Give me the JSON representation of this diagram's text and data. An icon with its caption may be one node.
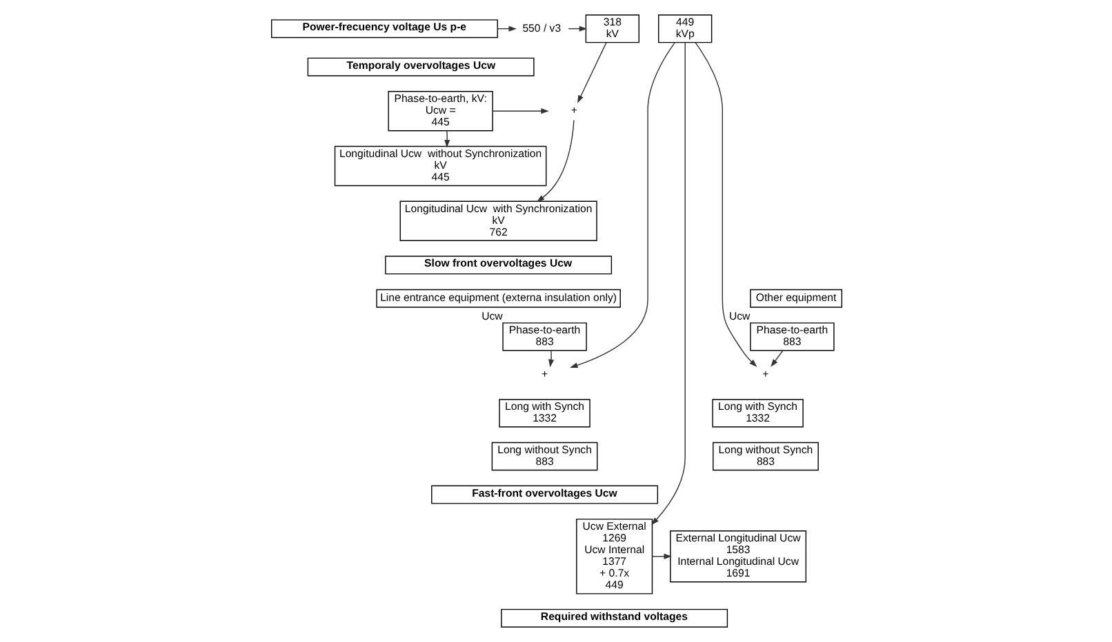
{
  "diagram": {
    "nodes": [
      {
        "text": [
          "Power-frecuency voltage Us p-e"
        ]
      },
      {
        "text": [
          "550 / v3"
        ]
      },
      {
        "text": [
          "318",
          "kV"
        ]
      },
      {
        "text": [
          "449",
          "kVp"
        ]
      },
      {
        "text": [
          "Temporaly overvoltages Ucw"
        ]
      },
      {
        "text": [
          "Phase-to-earth, kV:",
          "Ucw =",
          "445"
        ]
      },
      {
        "text": [
          "+"
        ]
      },
      {
        "text": [
          "Longitudinal Ucw  without Synchronization",
          "kV",
          "445"
        ]
      },
      {
        "text": [
          "Longitudinal Ucw  with Synchronization",
          "kV",
          "762"
        ]
      },
      {
        "text": [
          "Slow front overvoltages Ucw"
        ]
      },
      {
        "text": [
          "Line entrance equipment (externa insulation only)"
        ]
      },
      {
        "text": [
          "Other equipment"
        ]
      },
      {
        "text": [
          "Phase-to-earth",
          "883"
        ],
        "beside": [
          "Ucw"
        ]
      },
      {
        "text": [
          "+"
        ]
      },
      {
        "text": [
          "Long with Synch",
          "1332"
        ]
      },
      {
        "text": [
          "Long without Synch",
          "883"
        ]
      },
      {
        "text": [
          "Phase-to-earth",
          "883"
        ],
        "beside": [
          "Ucw"
        ]
      },
      {
        "text": [
          "+"
        ]
      },
      {
        "text": [
          "Long with Synch",
          "1332"
        ]
      },
      {
        "text": [
          "Long without Synch",
          "883"
        ]
      },
      {
        "text": [
          "Fast-front overvoltages Ucw"
        ]
      },
      {
        "text": [
          "Ucw External",
          "1269",
          "Ucw Internal",
          "1377",
          "+ 0.7x",
          "449"
        ]
      },
      {
        "text": [
          "External Longitudinal Ucw",
          "1583",
          "Internal Longitudinal Ucw",
          "1691"
        ]
      },
      {
        "text": [
          "Required withstand voltages"
        ]
      }
    ],
    "edges": [
      {
        "from": 0,
        "to": 1,
        "arrow": "to"
      },
      {
        "from": 1,
        "to": 2,
        "arrow": "to"
      },
      {
        "from": 2,
        "to": 6,
        "arrow": "to"
      },
      {
        "from": 5,
        "to": 6,
        "arrow": "to"
      },
      {
        "from": 5,
        "to": 7,
        "arrow": "to"
      },
      {
        "from": 6,
        "to": 8,
        "arrow": "to"
      },
      {
        "from": 3,
        "to": 13,
        "arrow": "to"
      },
      {
        "from": 3,
        "to": 17,
        "arrow": "to"
      },
      {
        "from": 3,
        "to": 21,
        "arrow": "to"
      },
      {
        "from": 12,
        "to": 13,
        "arrow": "to"
      },
      {
        "from": 16,
        "to": 17,
        "arrow": "to"
      },
      {
        "from": 21,
        "to": 22,
        "arrow": "to"
      }
    ]
  }
}
